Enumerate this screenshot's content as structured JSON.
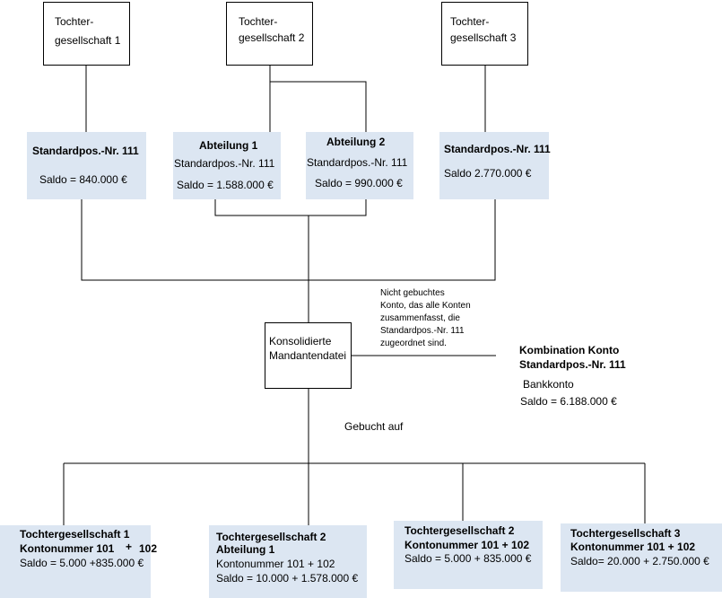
{
  "colors": {
    "box_fill": "#dce6f2",
    "line": "#000000"
  },
  "subsidiaries": [
    {
      "line1": "Tochter-",
      "line2": "gesellschaft 1"
    },
    {
      "line1": "Tochter-",
      "line2": "gesellschaft 2"
    },
    {
      "line1": "Tochter-",
      "line2": "gesellschaft 3"
    }
  ],
  "accounts": {
    "sub1": {
      "title": "Standardpos.-Nr. 111",
      "saldo": "Saldo = 840.000 €"
    },
    "dept1": {
      "title": "Abteilung 1",
      "line2": "Standardpos.-Nr. 111",
      "saldo": "Saldo = 1.588.000 €"
    },
    "dept2": {
      "title": "Abteilung 2",
      "line2": "Standardpos.-Nr. 111",
      "saldo": "Saldo = 990.000 €"
    },
    "sub3": {
      "title": "Standardpos.-Nr. 111",
      "saldo": "Saldo 2.770.000 €"
    }
  },
  "consolidated": {
    "line1": "Konsolidierte",
    "line2": "Mandantendatei"
  },
  "note": [
    "Nicht gebuchtes",
    "Konto, das alle Konten",
    "zusammenfasst, die",
    "Standardpos.-Nr. 111",
    "zugeordnet sind."
  ],
  "combination": {
    "line1": "Kombination Konto",
    "line2": "Standardpos.-Nr. 111",
    "line3": "Bankkonto",
    "saldo": "Saldo = 6.188.000 €"
  },
  "booked_on": "Gebucht auf",
  "bottom": [
    {
      "line1": "Tochtergesellschaft 1",
      "line2": "Kontonummer 101",
      "plus": "+",
      "num": "102",
      "saldo": "Saldo = 5.000 +835.000 €"
    },
    {
      "line1": "Tochtergesellschaft 2",
      "line2": "Abteilung 1",
      "line3": "Kontonummer 101 + 102",
      "saldo": "Saldo = 10.000 + 1.578.000 €"
    },
    {
      "line1": "Tochtergesellschaft 2",
      "line2": "Kontonummer 101 + 102",
      "saldo": "Saldo = 5.000 + 835.000 €"
    },
    {
      "line1": "Tochtergesellschaft 3",
      "line2": "Kontonummer 101 + 102",
      "saldo": "Saldo= 20.000 + 2.750.000 €"
    }
  ]
}
